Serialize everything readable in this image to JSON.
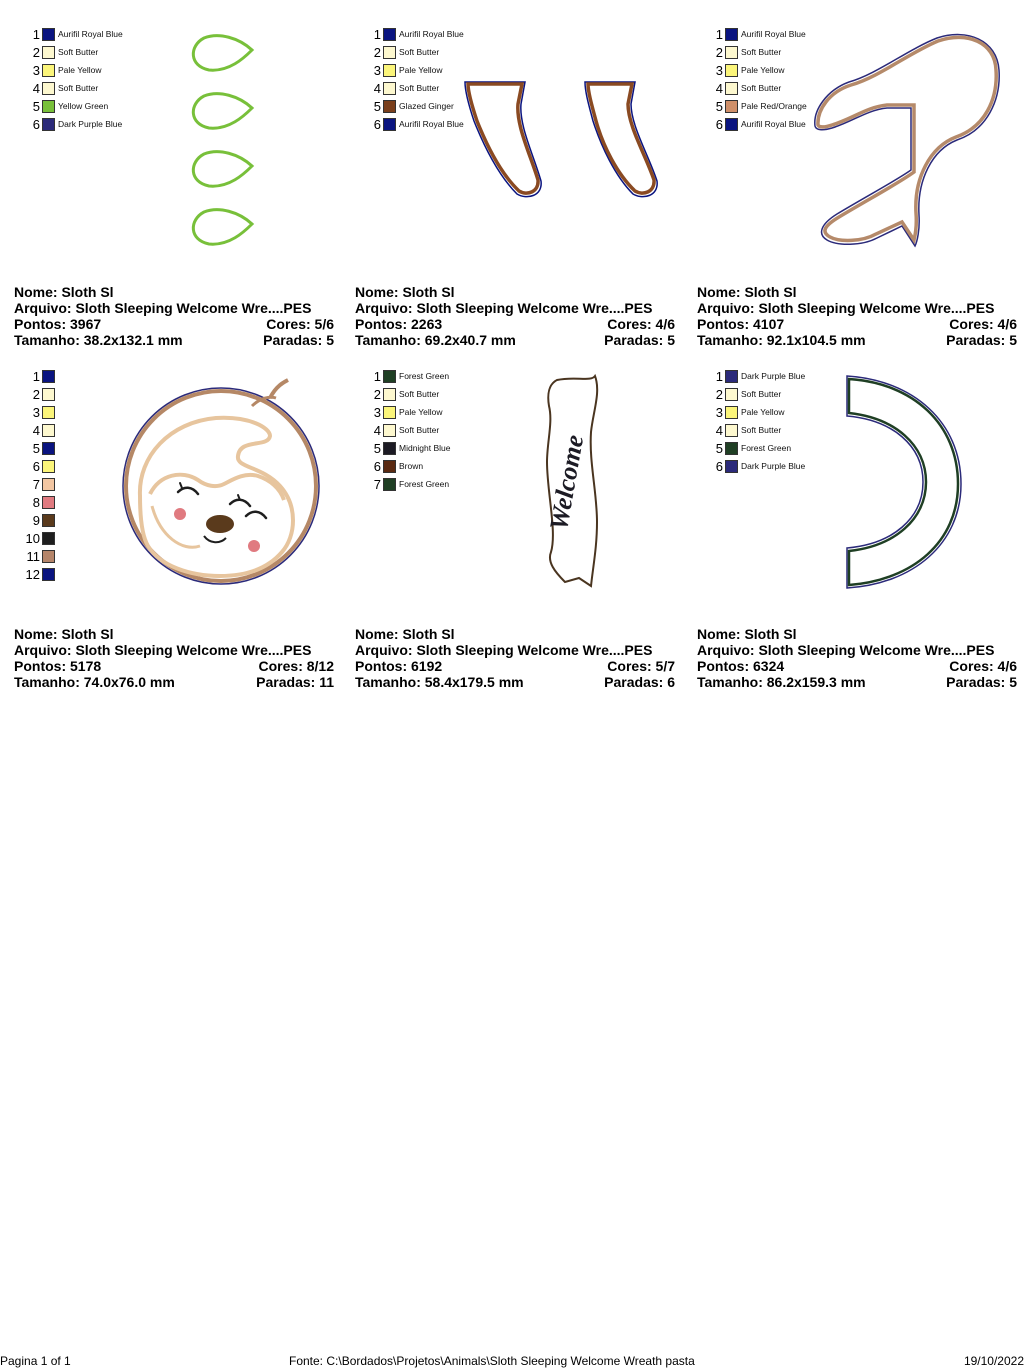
{
  "colors": {
    "aurifil_royal_blue": "#0a1480",
    "soft_butter": "#fdf8cf",
    "pale_yellow": "#fbf57a",
    "yellow_green": "#78c03a",
    "dark_purple_blue": "#2b2a7a",
    "glazed_ginger": "#7a3f1c",
    "pale_red_orange": "#d0906a",
    "forest_green": "#1f3f24",
    "midnight_blue": "#1c1b24",
    "brown": "#5a2a12"
  },
  "cards": [
    {
      "legend": [
        {
          "num": "1",
          "name": "Aurifil Royal Blue",
          "color": "#0a1480"
        },
        {
          "num": "2",
          "name": "Soft Butter",
          "color": "#fdf8cf"
        },
        {
          "num": "3",
          "name": "Pale Yellow",
          "color": "#fbf57a"
        },
        {
          "num": "4",
          "name": "Soft Butter",
          "color": "#fdf8cf"
        },
        {
          "num": "5",
          "name": "Yellow Green",
          "color": "#78c03a"
        },
        {
          "num": "6",
          "name": "Dark Purple Blue",
          "color": "#2b2a7a"
        }
      ],
      "nome": "Nome: Sloth Sl",
      "arquivo": "Arquivo: Sloth Sleeping Welcome Wre....PES",
      "pontos": "Pontos: 3967",
      "cores": "Cores: 5/6",
      "tamanho": "Tamanho: 38.2x132.1 mm",
      "paradas": "Paradas: 5"
    },
    {
      "legend": [
        {
          "num": "1",
          "name": "Aurifil Royal Blue",
          "color": "#0a1480"
        },
        {
          "num": "2",
          "name": "Soft Butter",
          "color": "#fdf8cf"
        },
        {
          "num": "3",
          "name": "Pale Yellow",
          "color": "#fbf57a"
        },
        {
          "num": "4",
          "name": "Soft Butter",
          "color": "#fdf8cf"
        },
        {
          "num": "5",
          "name": "Glazed Ginger",
          "color": "#7a3f1c"
        },
        {
          "num": "6",
          "name": "Aurifil Royal Blue",
          "color": "#0a1480"
        }
      ],
      "nome": "Nome: Sloth Sl",
      "arquivo": "Arquivo: Sloth Sleeping Welcome Wre....PES",
      "pontos": "Pontos: 2263",
      "cores": "Cores: 4/6",
      "tamanho": "Tamanho: 69.2x40.7 mm",
      "paradas": "Paradas: 5"
    },
    {
      "legend": [
        {
          "num": "1",
          "name": "Aurifil Royal Blue",
          "color": "#0a1480"
        },
        {
          "num": "2",
          "name": "Soft Butter",
          "color": "#fdf8cf"
        },
        {
          "num": "3",
          "name": "Pale Yellow",
          "color": "#fbf57a"
        },
        {
          "num": "4",
          "name": "Soft Butter",
          "color": "#fdf8cf"
        },
        {
          "num": "5",
          "name": "Pale Red/Orange",
          "color": "#d0906a"
        },
        {
          "num": "6",
          "name": "Aurifil Royal Blue",
          "color": "#0a1480"
        }
      ],
      "nome": "Nome: Sloth Sl",
      "arquivo": "Arquivo: Sloth Sleeping Welcome Wre....PES",
      "pontos": "Pontos: 4107",
      "cores": "Cores: 4/6",
      "tamanho": "Tamanho: 92.1x104.5 mm",
      "paradas": "Paradas: 5"
    },
    {
      "legend": [
        {
          "num": "1",
          "name": "",
          "color": "#0a1480"
        },
        {
          "num": "2",
          "name": "",
          "color": "#fdf8cf"
        },
        {
          "num": "3",
          "name": "",
          "color": "#fbf57a"
        },
        {
          "num": "4",
          "name": "",
          "color": "#fdf8cf"
        },
        {
          "num": "5",
          "name": "",
          "color": "#0a1480"
        },
        {
          "num": "6",
          "name": "",
          "color": "#fbf57a"
        },
        {
          "num": "7",
          "name": "",
          "color": "#f2c6a2"
        },
        {
          "num": "8",
          "name": "",
          "color": "#e07a80"
        },
        {
          "num": "9",
          "name": "",
          "color": "#5a3a1c"
        },
        {
          "num": "10",
          "name": "",
          "color": "#1e1e1e"
        },
        {
          "num": "11",
          "name": "",
          "color": "#b5856a"
        },
        {
          "num": "12",
          "name": "",
          "color": "#0a1480"
        }
      ],
      "nome": "Nome: Sloth Sl",
      "arquivo": "Arquivo: Sloth Sleeping Welcome Wre....PES",
      "pontos": "Pontos: 5178",
      "cores": "Cores: 8/12",
      "tamanho": "Tamanho: 74.0x76.0 mm",
      "paradas": "Paradas: 11"
    },
    {
      "legend": [
        {
          "num": "1",
          "name": "Forest Green",
          "color": "#1f3f24"
        },
        {
          "num": "2",
          "name": "Soft Butter",
          "color": "#fdf8cf"
        },
        {
          "num": "3",
          "name": "Pale Yellow",
          "color": "#fbf57a"
        },
        {
          "num": "4",
          "name": "Soft Butter",
          "color": "#fdf8cf"
        },
        {
          "num": "5",
          "name": "Midnight Blue",
          "color": "#1c1b24"
        },
        {
          "num": "6",
          "name": "Brown",
          "color": "#5a2a12"
        },
        {
          "num": "7",
          "name": "Forest Green",
          "color": "#1f3f24"
        }
      ],
      "banner_text": "Welcome",
      "nome": "Nome: Sloth Sl",
      "arquivo": "Arquivo: Sloth Sleeping Welcome Wre....PES",
      "pontos": "Pontos: 6192",
      "cores": "Cores: 5/7",
      "tamanho": "Tamanho: 58.4x179.5 mm",
      "paradas": "Paradas: 6"
    },
    {
      "legend": [
        {
          "num": "1",
          "name": "Dark Purple Blue",
          "color": "#2b2a7a"
        },
        {
          "num": "2",
          "name": "Soft Butter",
          "color": "#fdf8cf"
        },
        {
          "num": "3",
          "name": "Pale Yellow",
          "color": "#fbf57a"
        },
        {
          "num": "4",
          "name": "Soft Butter",
          "color": "#fdf8cf"
        },
        {
          "num": "5",
          "name": "Forest Green",
          "color": "#1f3f24"
        },
        {
          "num": "6",
          "name": "Dark Purple Blue",
          "color": "#2b2a7a"
        }
      ],
      "nome": "Nome: Sloth Sl",
      "arquivo": "Arquivo: Sloth Sleeping Welcome Wre....PES",
      "pontos": "Pontos: 6324",
      "cores": "Cores: 4/6",
      "tamanho": "Tamanho: 86.2x159.3 mm",
      "paradas": "Paradas: 5"
    }
  ],
  "footer": {
    "page": "Pagina 1 of 1",
    "source": "Fonte: C:\\Bordados\\Projetos\\Animals\\Sloth Sleeping Welcome Wreath pasta",
    "date": "19/10/2022"
  }
}
